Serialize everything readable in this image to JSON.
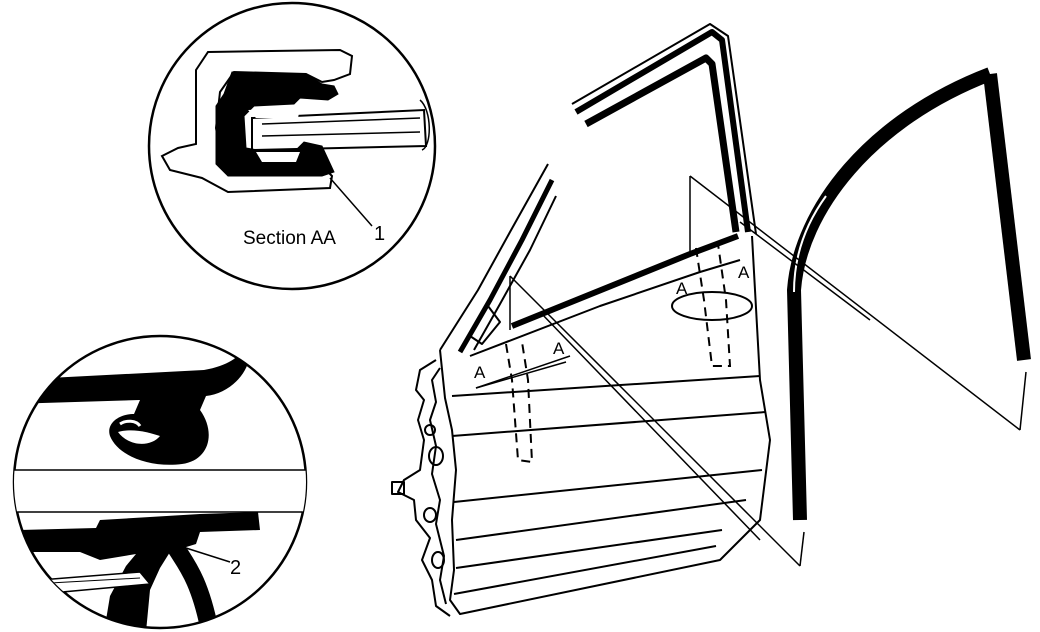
{
  "diagram": {
    "detail_section": {
      "caption": "Section AA",
      "callout": "1"
    },
    "detail_lower": {
      "callout": "2"
    },
    "section_marks": [
      "A",
      "A",
      "A",
      "A"
    ]
  },
  "colors": {
    "ink": "#000000",
    "paper": "#ffffff"
  }
}
